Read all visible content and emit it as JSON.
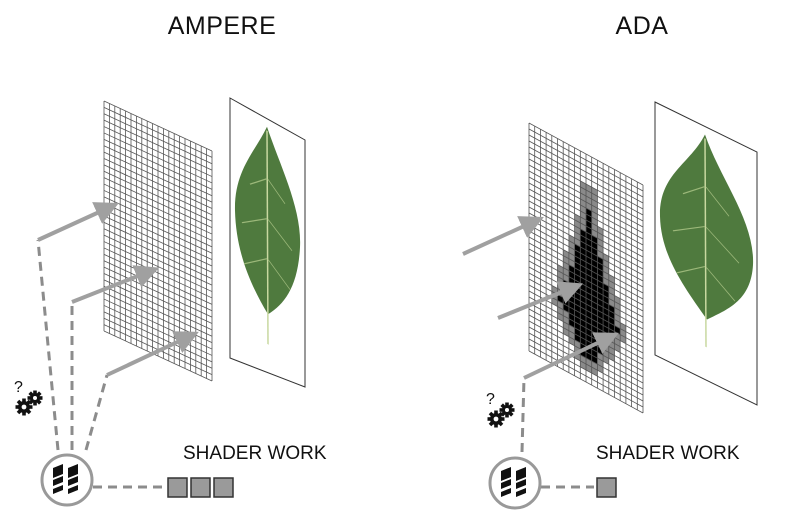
{
  "panels": [
    {
      "title": "AMPERE",
      "shader_label": "SHADER WORK",
      "shader_blocks": 3
    },
    {
      "title": "ADA",
      "shader_label": "SHADER WORK",
      "shader_blocks": 1
    }
  ],
  "colors": {
    "arrow": "#a0a0a0",
    "leaf": "#4f7a3e",
    "block": "#9a9a9a",
    "culled": "#000000",
    "edge": "#8c8c8c"
  },
  "icons": [
    "question-gears-icon",
    "chip-icon"
  ]
}
